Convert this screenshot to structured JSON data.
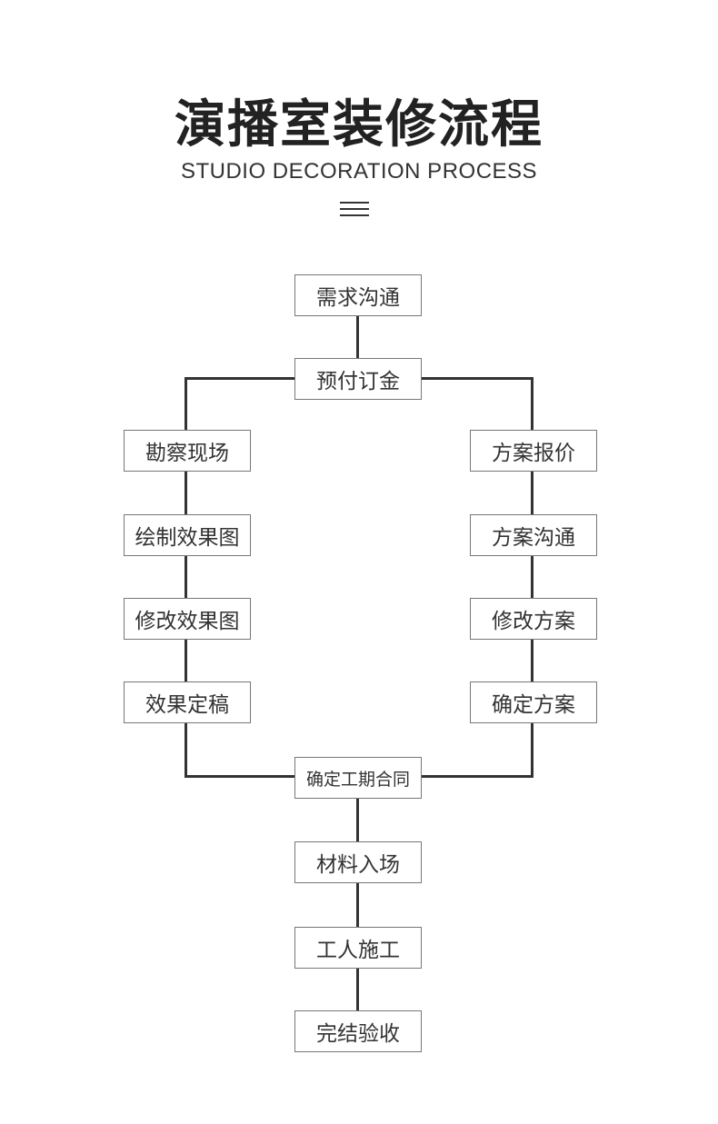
{
  "header": {
    "title": "演播室装修流程",
    "subtitle": "STUDIO DECORATION PROCESS"
  },
  "flow": {
    "center": [
      "需求沟通",
      "预付订金"
    ],
    "left": [
      "勘察现场",
      "绘制效果图",
      "修改效果图",
      "效果定稿"
    ],
    "right": [
      "方案报价",
      "方案沟通",
      "修改方案",
      "确定方案"
    ],
    "bottom": [
      "确定工期合同",
      "材料入场",
      "工人施工",
      "完结验收"
    ]
  }
}
